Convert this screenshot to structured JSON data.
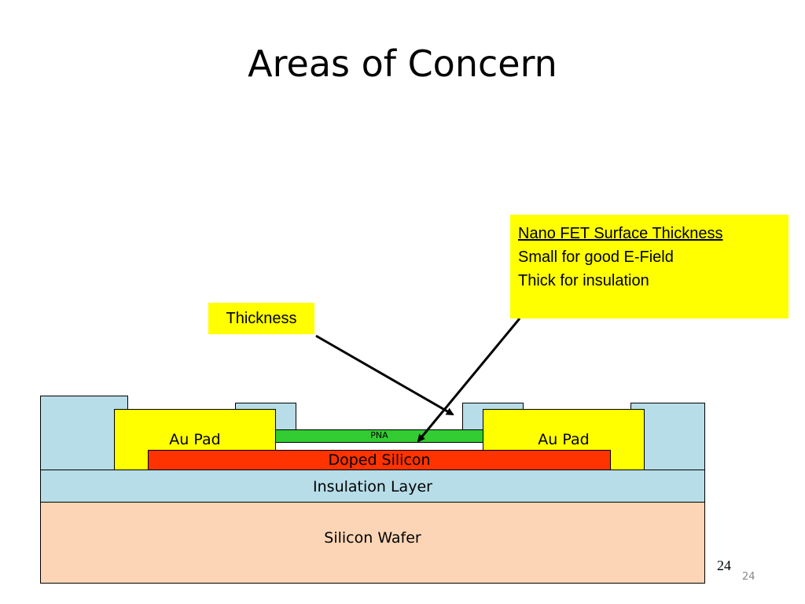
{
  "slide": {
    "title": "Areas of Concern",
    "slide_number": "24",
    "slide_number_footer": "24"
  },
  "diagram": {
    "layers": {
      "silicon_wafer": "Silicon Wafer",
      "insulation_layer": "Insulation Layer",
      "doped_silicon": "Doped Silicon",
      "pna": "PNA",
      "au_pad_left": "Au Pad",
      "au_pad_right": "Au Pad"
    },
    "colors": {
      "light_blue": "#b7dde8",
      "wafer": "#fbd5b5",
      "doped_silicon": "#ff3300",
      "pna": "#33cc33",
      "au_pad": "#ffff00",
      "callout": "#ffff00"
    }
  },
  "callouts": {
    "thickness": "Thickness",
    "nano_fet": {
      "heading": "Nano FET Surface Thickness",
      "line1": "Small for good E-Field",
      "line2": "Thick for insulation"
    }
  }
}
